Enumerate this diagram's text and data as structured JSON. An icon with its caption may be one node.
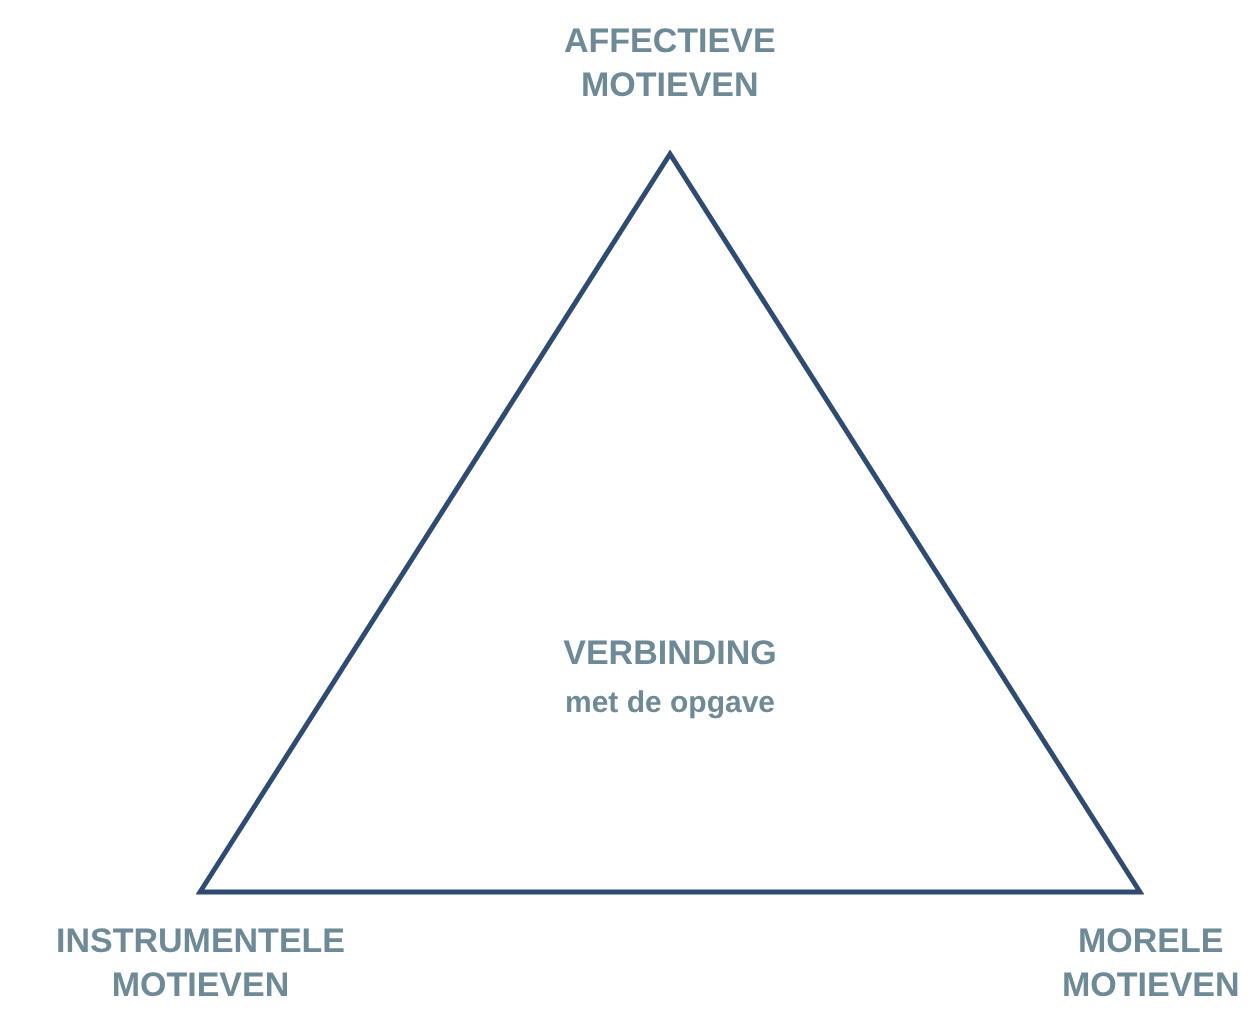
{
  "diagram": {
    "nodes": [
      {
        "text": [
          "VERBINDING",
          "met de opgave"
        ]
      }
    ],
    "labels": [
      "AFFECTIEVE MOTIEVEN",
      "INSTRUMENTELE MOTIEVEN",
      "MORELE MOTIEVEN"
    ]
  }
}
